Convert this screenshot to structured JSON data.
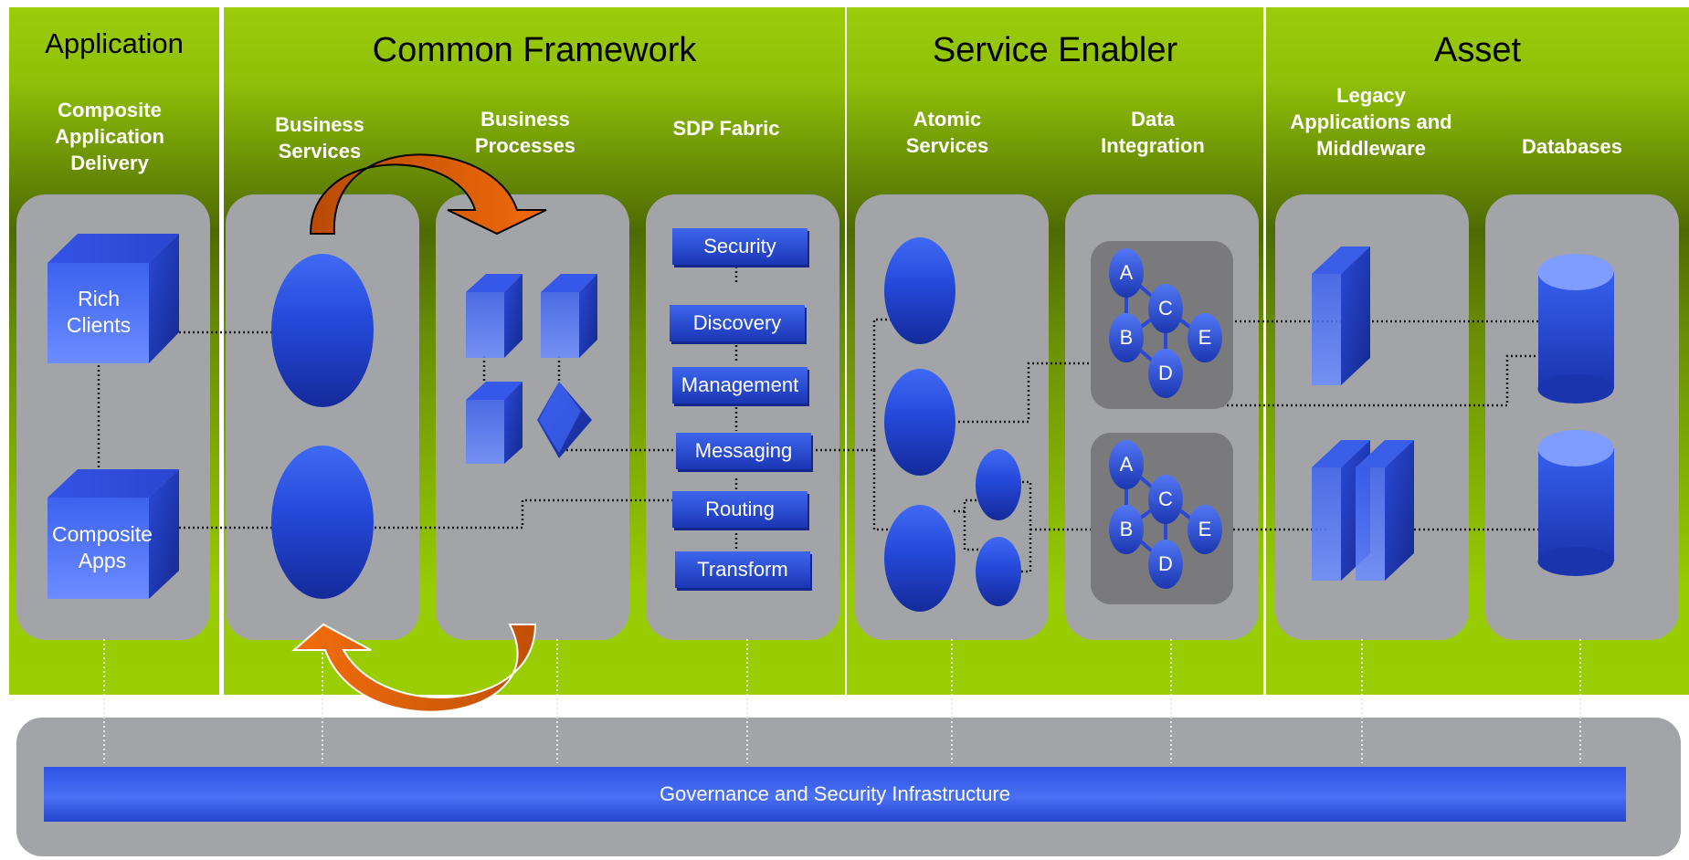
{
  "sections": {
    "application": {
      "title": "Application",
      "sub": "Composite Application Delivery",
      "items": {
        "rich_clients": "Rich Clients",
        "composite_apps": "Composite Apps"
      }
    },
    "common_framework": {
      "title": "Common Framework",
      "subs": {
        "business_services": "Business Services",
        "business_processes": "Business Processes",
        "sdp_fabric": "SDP Fabric"
      },
      "fabric_items": [
        "Security",
        "Discovery",
        "Management",
        "Messaging",
        "Routing",
        "Transform"
      ]
    },
    "service_enabler": {
      "title": "Service Enabler",
      "subs": {
        "atomic_services": "Atomic Services",
        "data_integration": "Data Integration"
      },
      "graph_nodes": [
        "A",
        "B",
        "C",
        "D",
        "E"
      ]
    },
    "asset": {
      "title": "Asset",
      "subs": {
        "legacy": "Legacy Applications and Middleware",
        "databases": "Databases"
      }
    }
  },
  "governance": {
    "label": "Governance and Security Infrastructure"
  },
  "colors": {
    "green": "#9acd02",
    "dark_green": "#4e6a04",
    "column_gray": "#a3a4a7",
    "shape_blue": "#2448d8",
    "arrow_orange": "#e35d06"
  }
}
